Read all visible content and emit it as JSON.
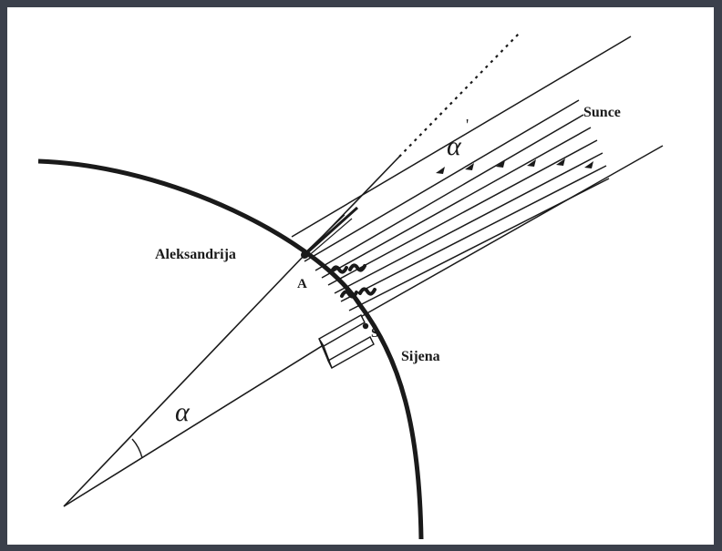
{
  "labels": {
    "city_a": "Aleksandrija",
    "city_s": "Sijena",
    "sun": "Sunce",
    "point_a": "A",
    "point_s": "S",
    "angle_center": "α",
    "angle_ray": "α"
  },
  "colors": {
    "background": "#3b404b",
    "panel": "#ffffff",
    "ink": "#1a1a1a"
  }
}
